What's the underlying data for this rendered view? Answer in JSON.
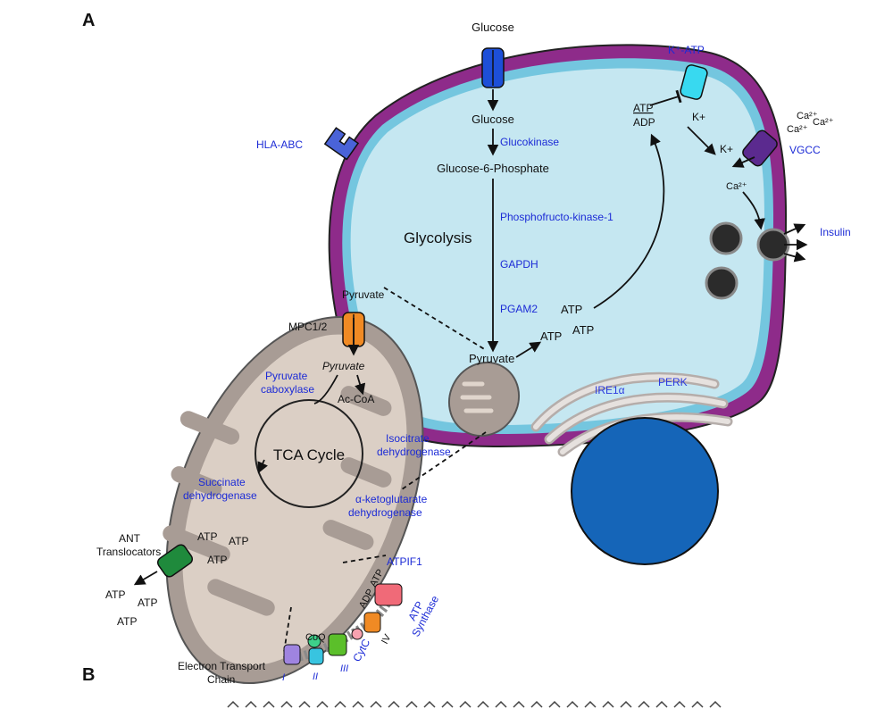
{
  "panels": {
    "a": "A",
    "b": "B"
  },
  "colors": {
    "membrane": "#8e2b8a",
    "cytoplasm": "#c5e7f1",
    "mito": "#a89c95",
    "nucleus": "#1565b8",
    "enzyme_text": "#1c2bd6"
  },
  "cell": {
    "glucose_outside": "Glucose",
    "glucose_inside": "Glucose",
    "glucokinase": "Glucokinase",
    "g6p": "Glucose-6-Phosphate",
    "glycolysis": "Glycolysis",
    "pfk1": "Phosphofructo-kinase-1",
    "gapdh": "GAPDH",
    "pgam2": "PGAM2",
    "pyruvate_cyto": "Pyruvate",
    "pyruvate_top": "Pyruvate",
    "atp_1": "ATP",
    "atp_2": "ATP",
    "atp_3": "ATP",
    "hla": "HLA-ABC",
    "katp_channel": "K⁺-ATP",
    "atp_label": "ATP",
    "adp_label": "ADP",
    "k_plus_1": "K+",
    "k_plus_2": "K+",
    "ca_out_1": "Ca²⁺",
    "ca_out_2": "Ca²⁺",
    "ca_out_3": "Ca²⁺",
    "vgcc": "VGCC",
    "ca_in": "Ca²⁺",
    "insulin": "Insulin",
    "ire1a": "IRE1α",
    "perk": "PERK"
  },
  "mito": {
    "mpc": "MPC1/2",
    "pyruvate": "Pyruvate",
    "pyruvate_carboxylase_1": "Pyruvate",
    "pyruvate_carboxylase_2": "caboxylase",
    "accoa": "Ac-CoA",
    "tca": "TCA Cycle",
    "idh_1": "Isocitrate",
    "idh_2": "dehydrogenase",
    "sdh_1": "Succinate",
    "sdh_2": "dehydrogenase",
    "akg_1": "α-ketoglutarate",
    "akg_2": "dehydrogenase",
    "atp_m1": "ATP",
    "atp_m2": "ATP",
    "atp_m3": "ATP",
    "ant_1": "ANT",
    "ant_2": "Translocators",
    "atp_o1": "ATP",
    "atp_o2": "ATP",
    "atp_o3": "ATP",
    "etc_1": "Electron Transport",
    "etc_2": "Chain"
  },
  "etc": {
    "atpif1": "ATPIF1",
    "coq": "CoQ",
    "c1": "I",
    "c2": "II",
    "c3": "III",
    "cytc": "CytC",
    "c4": "IV",
    "adp": "ADP",
    "atp": "ATP",
    "synthase_1": "ATP",
    "synthase_2": "Synthase"
  }
}
